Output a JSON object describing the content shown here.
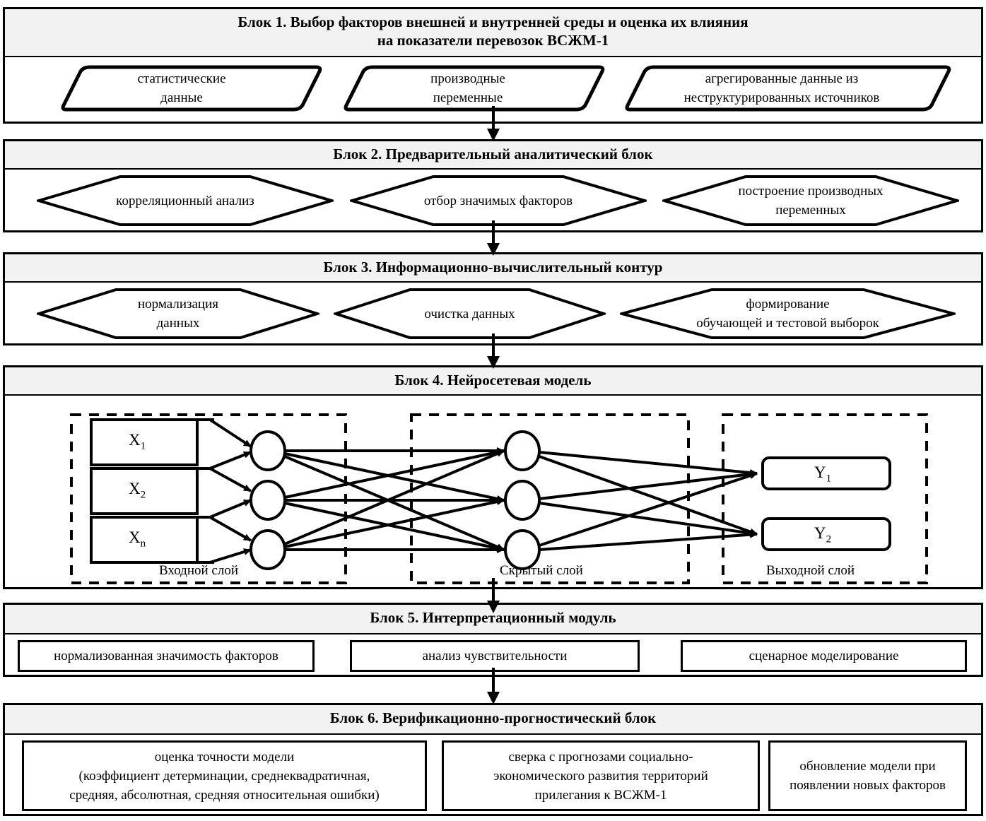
{
  "blocks": [
    {
      "id": "block1",
      "title_line1": "Блок 1. Выбор факторов внешней и внутренней среды и оценка их влияния",
      "title_line2": "на показатели перевозок ВСЖМ-1",
      "items": [
        {
          "line1": "статистические",
          "line2": "данные"
        },
        {
          "line1": "производные",
          "line2": "переменные"
        },
        {
          "line1": "агрегированные данные из",
          "line2": "неструктурированных источников"
        }
      ]
    },
    {
      "id": "block2",
      "title": "Блок 2. Предварительный аналитический блок",
      "items": [
        {
          "line1": "корреляционный анализ",
          "line2": ""
        },
        {
          "line1": "отбор значимых факторов",
          "line2": ""
        },
        {
          "line1": "построение производных",
          "line2": "переменных"
        }
      ]
    },
    {
      "id": "block3",
      "title": "Блок 3. Информационно-вычислительный контур",
      "items": [
        {
          "line1": "нормализация",
          "line2": "данных"
        },
        {
          "line1": "очистка данных",
          "line2": ""
        },
        {
          "line1": "формирование",
          "line2": "обучающей и тестовой выборок"
        }
      ]
    },
    {
      "id": "block4",
      "title": "Блок 4. Нейросетевая модель",
      "network": {
        "input_layer_label": "Входной слой",
        "hidden_layer_label": "Скрытый слой",
        "output_layer_label": "Выходной слой",
        "inputs": [
          "X",
          "X",
          "X"
        ],
        "input_subscripts": [
          "1",
          "2",
          "n"
        ],
        "outputs": [
          "Y",
          "Y"
        ],
        "output_subscripts": [
          "1",
          "2"
        ],
        "hidden_nodes": 3,
        "first_column_nodes": 3
      }
    },
    {
      "id": "block5",
      "title": "Блок 5.  Интерпретационный модуль",
      "items": [
        {
          "line1": "нормализованная значимость факторов"
        },
        {
          "line1": "анализ чувствительности"
        },
        {
          "line1": "сценарное моделирование"
        }
      ]
    },
    {
      "id": "block6",
      "title": "Блок 6.  Верификационно-прогностический блок",
      "items": [
        {
          "lines": [
            "оценка точности модели",
            "(коэффициент детерминации, среднеквадратичная,",
            "средняя, абсолютная, средняя относительная ошибки)"
          ]
        },
        {
          "lines": [
            "сверка с прогнозами социально-",
            "экономического развития территорий",
            "прилегания к ВСЖМ-1"
          ]
        },
        {
          "lines": [
            "обновление модели при",
            "появлении новых факторов"
          ]
        }
      ]
    }
  ],
  "colors": {
    "stroke": "#000000",
    "title_band": "#f2f2f2",
    "background": "#ffffff"
  },
  "connectors": [
    {
      "from": "block1",
      "to": "block2"
    },
    {
      "from": "block2",
      "to": "block3"
    },
    {
      "from": "block3",
      "to": "block4"
    },
    {
      "from": "block4",
      "to": "block5"
    },
    {
      "from": "block5",
      "to": "block6"
    }
  ]
}
